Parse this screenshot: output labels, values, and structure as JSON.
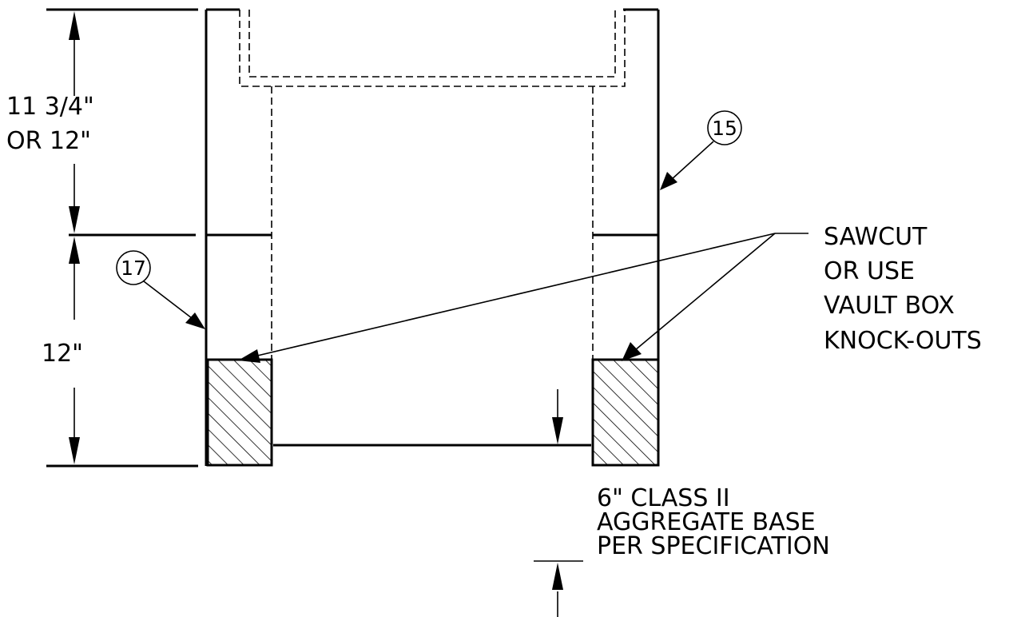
{
  "dimensions": {
    "upper_line1": "11 3/4\"",
    "upper_line2": "OR 12\"",
    "lower": "12\""
  },
  "callouts": {
    "left": "17",
    "right": "15"
  },
  "note_sawcut": [
    "SAWCUT",
    "OR USE",
    "VAULT BOX",
    "KNOCK-OUTS"
  ],
  "note_base": [
    "6\" CLASS II",
    "AGGREGATE BASE",
    "PER SPECIFICATION"
  ]
}
